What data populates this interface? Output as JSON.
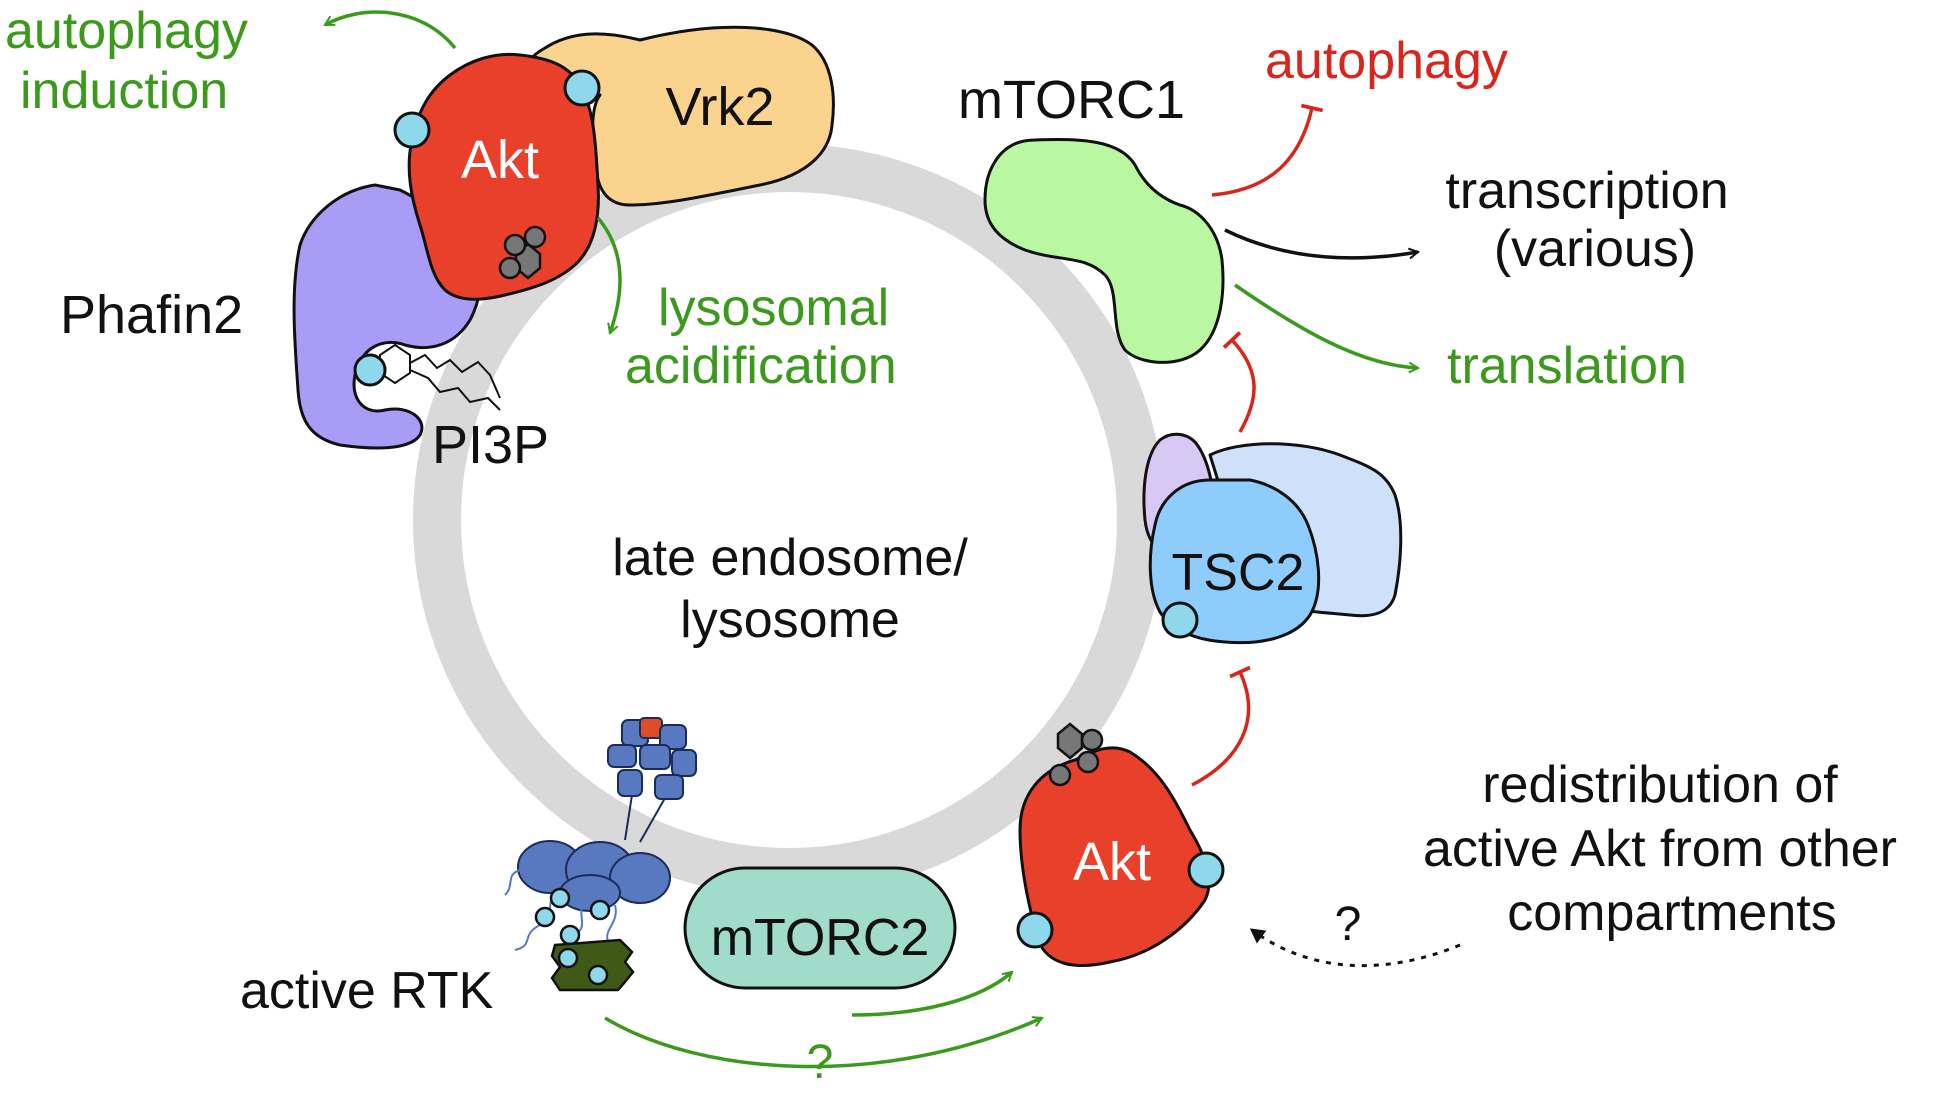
{
  "labels": {
    "autophagy_induction_line1": "autophagy",
    "autophagy_induction_line2": "induction",
    "akt_top": "Akt",
    "vrk2": "Vrk2",
    "phafin2": "Phafin2",
    "pi3p": "PI3P",
    "lysosomal_line1": "lysosomal",
    "lysosomal_line2": "acidification",
    "mtorc1": "mTORC1",
    "autophagy_inhibited": "autophagy",
    "transcription_line1": "transcription",
    "transcription_line2": "(various)",
    "translation": "translation",
    "tsc2": "TSC2",
    "center_line1": "late endosome/",
    "center_line2": "lysosome",
    "akt_bottom": "Akt",
    "redistribution_line1": "redistribution of",
    "redistribution_line2": "active Akt from other",
    "redistribution_line3": "compartments",
    "question_dashed": "?",
    "question_green": "?",
    "mtorc2": "mTORC2",
    "active_rtk": "active RTK"
  },
  "colors": {
    "membrane": "#d9d9d9",
    "akt": "#e8402a",
    "vrk2": "#fad38f",
    "phafin2": "#a89cf6",
    "mtorc1": "#b9f7a1",
    "mtorc2": "#a1dbc9",
    "tsc2": "#8dccfb",
    "tsc_back1": "#d8c9f4",
    "tsc_back2": "#cfe0fb",
    "phospho": "#8fd7ea",
    "rtk": "#5878c0",
    "rtk_ligand": "#e04c25",
    "adaptor": "#3f5a16",
    "activation": "#3b9a1c",
    "inhibition": "#d8261c"
  }
}
